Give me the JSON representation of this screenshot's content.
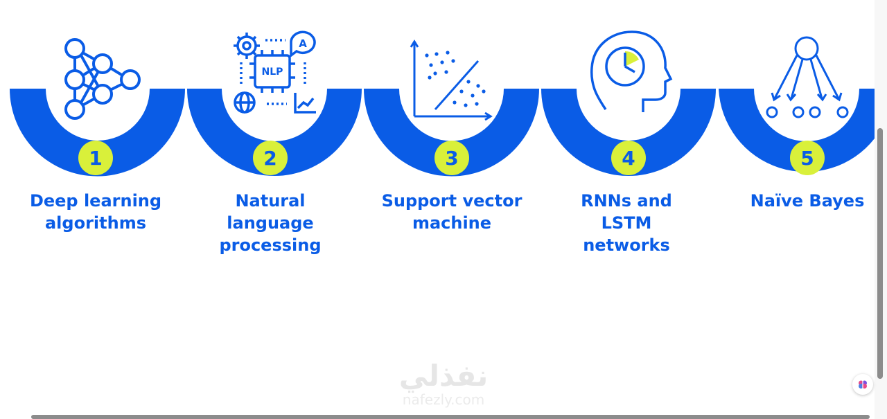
{
  "colors": {
    "accent": "#0a5ce6",
    "badge": "#d9f03a",
    "badge_text": "#0a5ce6"
  },
  "steps": [
    {
      "number": "1",
      "label_lines": [
        "Deep learning",
        "algorithms"
      ],
      "icon": "neural-network-icon"
    },
    {
      "number": "2",
      "label_lines": [
        "Natural",
        "language",
        "processing"
      ],
      "icon": "nlp-chip-icon",
      "chip_text": "NLP",
      "bubble_text": "A"
    },
    {
      "number": "3",
      "label_lines": [
        "Support vector",
        "machine"
      ],
      "icon": "scatter-plot-icon"
    },
    {
      "number": "4",
      "label_lines": [
        "RNNs and",
        "LSTM",
        "networks"
      ],
      "icon": "head-clock-icon"
    },
    {
      "number": "5",
      "label_lines": [
        "Naïve Bayes"
      ],
      "icon": "probability-tree-icon"
    }
  ],
  "watermark": {
    "arabic": "نفذلي",
    "latin": "nafezly.com"
  }
}
